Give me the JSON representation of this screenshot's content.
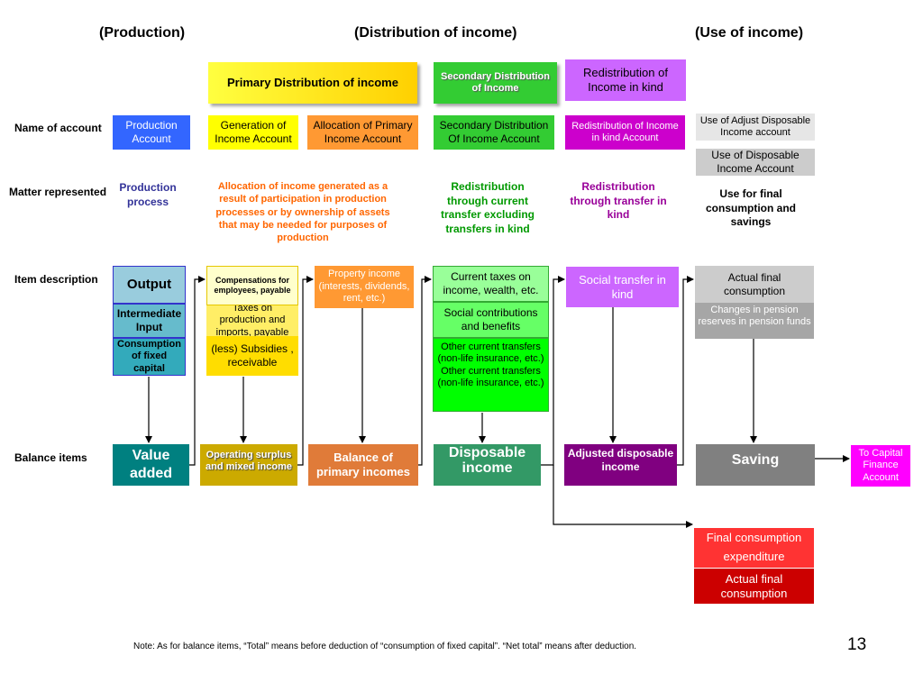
{
  "headers": {
    "production": "(Production)",
    "distribution": "(Distribution of income)",
    "use": "(Use of income)"
  },
  "groups": {
    "primary": "Primary Distribution of income",
    "secondary": "Secondary Distribution of  Income",
    "redistribution": "Redistribution of Income in kind"
  },
  "row_labels": {
    "name_of_account": "Name of account",
    "matter_represented": "Matter represented",
    "item_description": "Item description",
    "balance_items": "Balance items"
  },
  "accounts": {
    "production": "Production Account",
    "generation": "Generation of Income Account",
    "allocation": "Allocation of Primary Income Account",
    "secondary": "Secondary Distribution Of Income Account",
    "redistribution": "Redistribution of Income in kind Account",
    "use_adjusted": "Use of Adjust Disposable Income account",
    "use_disposable": "Use of Disposable Income Account"
  },
  "matters": {
    "production": "Production process",
    "allocation": "Allocation of income generated as a result of participation in production processes or by ownership of assets that may be needed for purposes of production",
    "secondary": "Redistribution through current transfer excluding transfers in kind",
    "redistribution": "Redistribution through transfer in kind",
    "use": "Use for final consumption and savings"
  },
  "items": {
    "output": "Output",
    "intermediate_input": "Intermediate Input",
    "consumption_fixed_capital": "Consumption of fixed capital",
    "compensations": "Compensations for employees, payable",
    "taxes_production": "Taxes on production and imports, payable",
    "subsidies": "(less) Subsidies , receivable",
    "property_income": "Property income (interests, dividends, rent, etc.)",
    "current_taxes": "Current taxes on income, wealth, etc.",
    "social_contributions": "Social contributions and benefits",
    "other_transfers": "Other current transfers (non-life insurance, etc.) Other current transfers (non-life insurance, etc.)",
    "social_transfer": "Social transfer in  kind",
    "actual_final_consumption": "Actual final consumption",
    "changes_pension": "Changes in pension reserves in pension funds"
  },
  "balances": {
    "value_added": "Value added",
    "operating_surplus": "Operating surplus and mixed income",
    "balance_primary": "Balance of primary incomes",
    "disposable_income": "Disposable income",
    "adjusted_disposable": "Adjusted disposable income",
    "saving": "Saving",
    "capital_finance": "To Capital Finance Account"
  },
  "final": {
    "expenditure": "Final consumption expenditure",
    "actual": "Actual final consumption"
  },
  "note": "Note: As for balance items, “Total” means before deduction of “consumption of fixed capital”. “Net total” means after deduction.",
  "page_number": "13"
}
